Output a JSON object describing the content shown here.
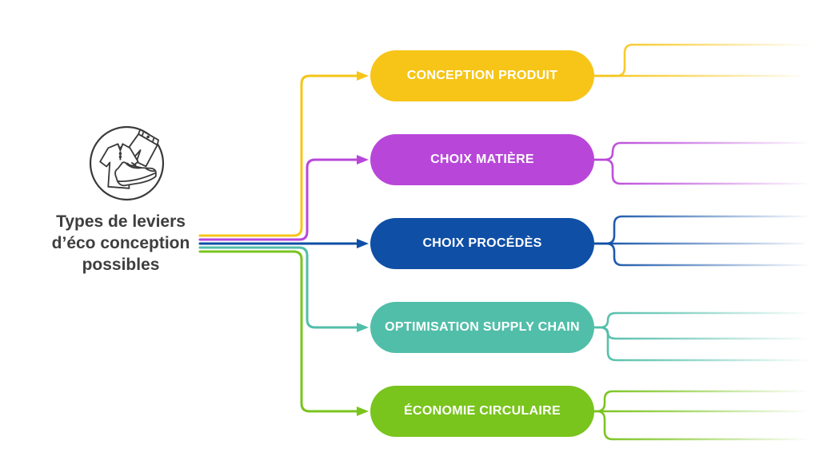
{
  "page": {
    "background": "#ffffff",
    "type": "mindmap-diagram"
  },
  "root": {
    "icon": "clothing-items-icon",
    "title_lines": [
      "Types de leviers",
      "d’éco conception",
      "possibles"
    ],
    "title_text": "Types de leviers d’éco conception possibles",
    "title_color": "#3e3e3e"
  },
  "nodes": [
    {
      "id": "conception-produit",
      "label": "CONCEPTION PRODUIT",
      "color": "#F6C517",
      "text_color": "#ffffff",
      "sub_branches": 2
    },
    {
      "id": "choix-matiere",
      "label": "CHOIX MATIÈRE",
      "color": "#B847D9",
      "text_color": "#ffffff",
      "sub_branches": 2
    },
    {
      "id": "choix-procedes",
      "label": "CHOIX PROCÉDÈS",
      "color": "#0F4FA6",
      "text_color": "#ffffff",
      "sub_branches": 3
    },
    {
      "id": "optimisation-supply-chain",
      "label": "OPTIMISATION SUPPLY CHAIN",
      "color": "#51BEA9",
      "text_color": "#ffffff",
      "sub_branches": 3
    },
    {
      "id": "economie-circulaire",
      "label": "ÉCONOMIE CIRCULAIRE",
      "color": "#7AC41E",
      "text_color": "#ffffff",
      "sub_branches": 3
    }
  ]
}
